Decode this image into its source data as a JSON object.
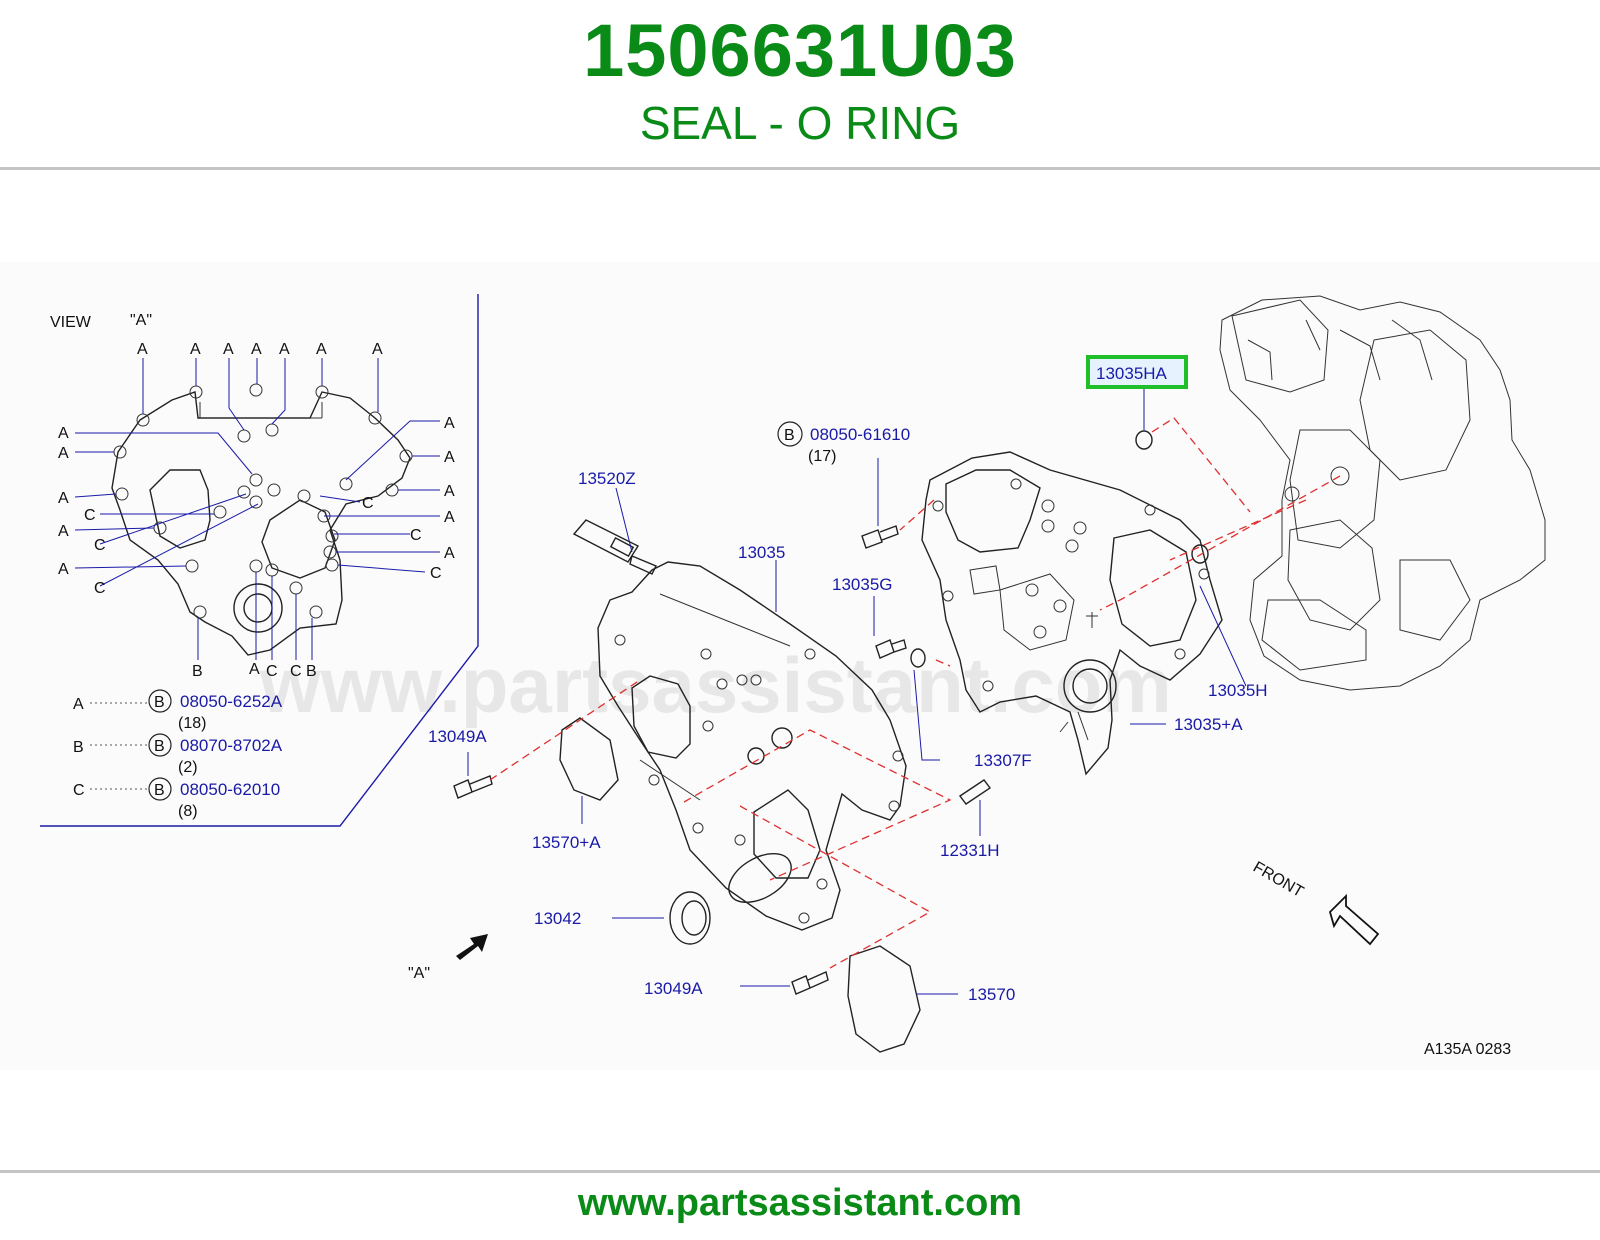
{
  "header": {
    "part_number": "1506631U03",
    "part_name": "SEAL - O RING"
  },
  "footer": {
    "url": "www.partsassistant.com"
  },
  "watermark": "www.partsassistant.com",
  "colors": {
    "brand_green": "#0a8a16",
    "label_blue": "#1a1aa8",
    "highlight_green": "#1fbf2a",
    "dash_red": "#e03030"
  },
  "diagram": {
    "view_title": "VIEW",
    "view_ref": "\"A\"",
    "highlighted_part": "13035HA",
    "callouts": {
      "c13035HA": "13035HA",
      "c08050_61610": "08050-61610",
      "c08050_61610_qty": "(17)",
      "c13520Z": "13520Z",
      "c13035": "13035",
      "c13035G": "13035G",
      "c13035H": "13035H",
      "c13035plusA": "13035+A",
      "c13307F": "13307F",
      "c13049A_top": "13049A",
      "c13570plusA": "13570+A",
      "c12331H": "12331H",
      "c13042": "13042",
      "c13049A_bottom": "13049A",
      "c13570": "13570"
    },
    "view_letters": {
      "A": "A",
      "B": "B",
      "C": "C"
    },
    "view_legend": [
      {
        "letter": "A",
        "circle": "B",
        "part": "08050-6252A",
        "qty": "(18)"
      },
      {
        "letter": "B",
        "circle": "B",
        "part": "08070-8702A",
        "qty": "(2)"
      },
      {
        "letter": "C",
        "circle": "B",
        "part": "08050-62010",
        "qty": "(8)"
      }
    ],
    "bolt_circle": "B",
    "front_label": "FRONT",
    "view_arrow_label": "\"A\"",
    "figure_code": "A135A   0283"
  }
}
